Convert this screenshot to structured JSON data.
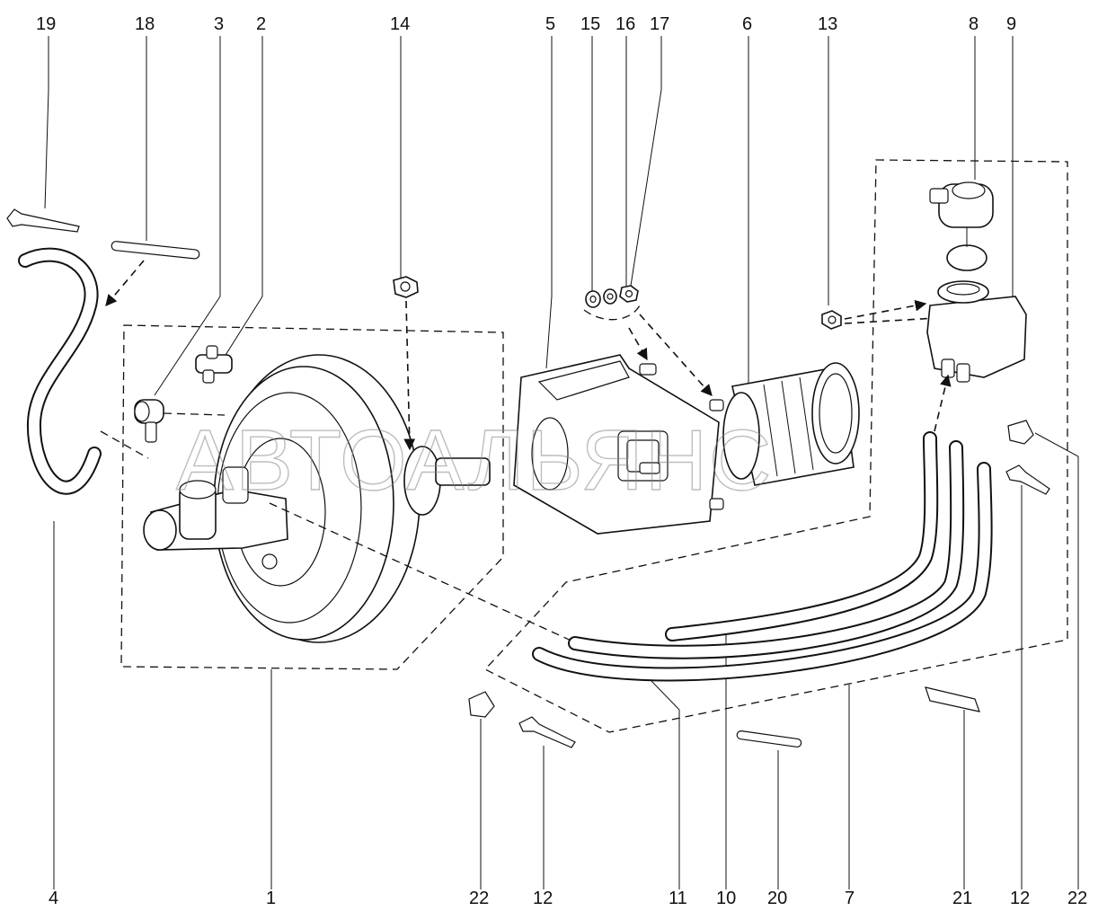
{
  "labels_top": [
    "19",
    "18",
    "3",
    "2",
    "14",
    "5",
    "15",
    "16",
    "17",
    "6",
    "13",
    "8",
    "9"
  ],
  "labels_bottom": [
    "4",
    "1",
    "22",
    "12",
    "11",
    "10",
    "20",
    "7",
    "21",
    "12",
    "22"
  ],
  "watermark": "АВТОАЛЬЯНС"
}
